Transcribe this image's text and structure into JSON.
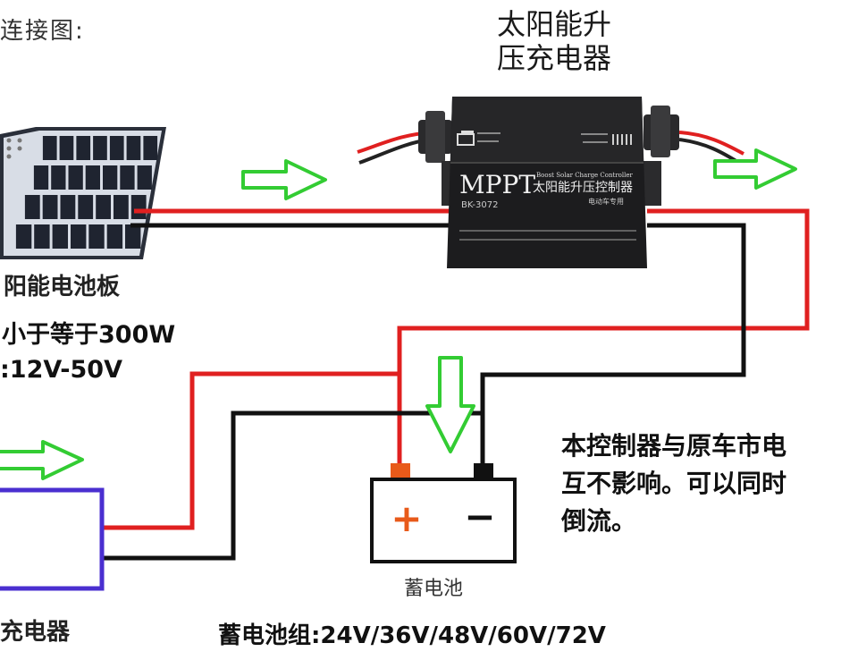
{
  "diagram": {
    "title": "连接图:",
    "charger_title_line1": "太阳能升",
    "charger_title_line2": "压充电器",
    "solar_panel_label": "阳能电池板",
    "power_spec": "小于等于300W",
    "voltage_spec": ":12V-50V",
    "note_line1": "本控制器与原车市电",
    "note_line2": "互不影响。可以同时",
    "note_line3": "倒流。",
    "battery_label": "蓄电池",
    "battery_plus": "+",
    "battery_minus": "−",
    "mains_charger_label": "充电器",
    "battery_bank_spec": "蓄电池组:24V/36V/48V/60V/72V",
    "controller": {
      "brand": "MPPT",
      "subtitle_en": "Boost Solar Charge Controller",
      "subtitle_cn": "太阳能升压控制器",
      "model": "BK-3072",
      "tag": "电动车专用"
    },
    "colors": {
      "positive_wire": "#e02020",
      "negative_wire": "#111111",
      "arrow_fill": "#ffffff",
      "arrow_stroke": "#33cc33",
      "charger_box": "#4a2fd0",
      "battery_plus": "#e85a1a",
      "battery_minus": "#111111",
      "controller_body": "#1c1c1e"
    }
  }
}
